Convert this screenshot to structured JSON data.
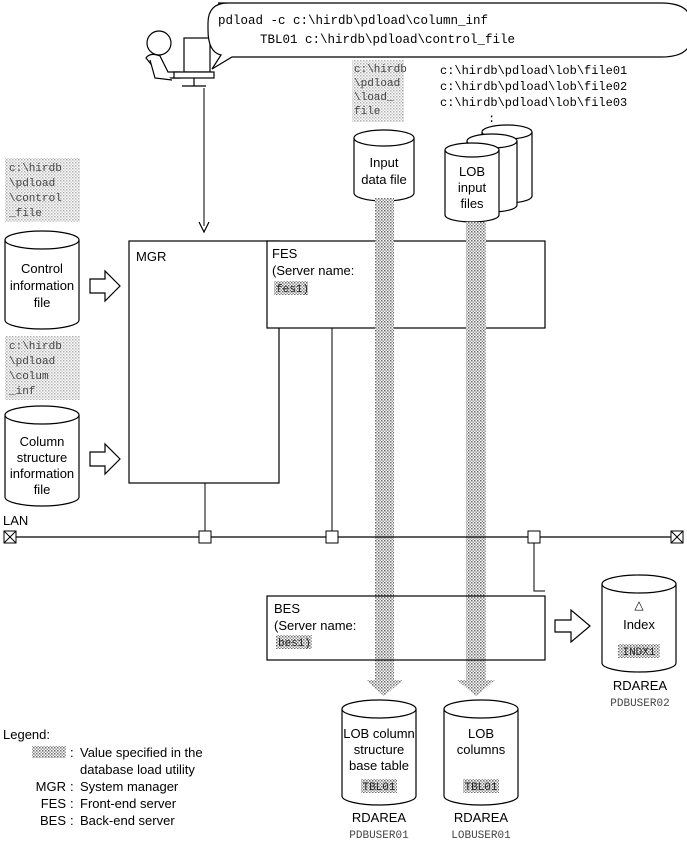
{
  "command": {
    "line1": "pdload -c c:\\hirdb\\pdload\\column_inf",
    "line2": "TBL01 c:\\hirdb\\pdload\\control_file"
  },
  "lob_files": [
    "c:\\hirdb\\pdload\\lob\\file01",
    "c:\\hirdb\\pdload\\lob\\file02",
    "c:\\hirdb\\pdload\\lob\\file03",
    ":"
  ],
  "input_data_path": [
    "c:\\hirdb",
    "\\pdload",
    "\\load_",
    "file"
  ],
  "control_path": [
    "c:\\hirdb",
    "\\pdload",
    "\\control",
    "_file"
  ],
  "column_path": [
    "c:\\hirdb",
    "\\pdload",
    "\\colum",
    "_inf"
  ],
  "input_data_file": [
    "Input",
    "data file"
  ],
  "lob_input_files": [
    "LOB",
    "input",
    "files"
  ],
  "control_file": [
    "Control",
    "information",
    "file"
  ],
  "column_file": [
    "Column",
    "structure",
    "information",
    "file"
  ],
  "mgr_label": "MGR",
  "fes": {
    "title": "FES",
    "server_name": "(Server name:",
    "value": "fes1)"
  },
  "bes": {
    "title": "BES",
    "server_name": "(Server name:",
    "value": "bes1)"
  },
  "lan": "LAN",
  "index": {
    "symbol": "△",
    "label": "Index",
    "value": "INDX1",
    "rdarea": "RDAREA",
    "rdarea_name": "PDBUSER02"
  },
  "base_table": {
    "lines": [
      "LOB column",
      "structure",
      "base table"
    ],
    "value": "TBL01",
    "rdarea": "RDAREA",
    "rdarea_name": "PDBUSER01"
  },
  "lob_columns": {
    "lines": [
      "LOB",
      "columns"
    ],
    "value": "TBL01",
    "rdarea": "RDAREA",
    "rdarea_name": "LOBUSER01"
  },
  "legend": {
    "title": "Legend:",
    "items": [
      {
        "key": "",
        "sep": ":",
        "text": "Value specified in the"
      },
      {
        "key": "",
        "sep": "",
        "text": "database load utility"
      },
      {
        "key": "MGR",
        "sep": ":",
        "text": "System manager"
      },
      {
        "key": "FES",
        "sep": ":",
        "text": "Front-end server"
      },
      {
        "key": "BES",
        "sep": ":",
        "text": "Back-end server"
      }
    ]
  }
}
